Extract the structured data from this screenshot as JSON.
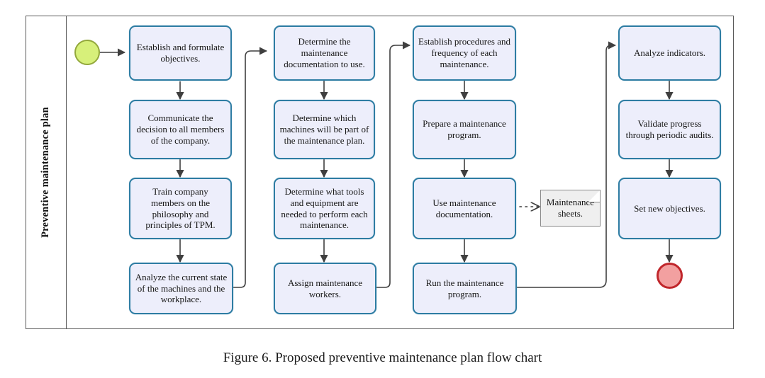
{
  "figure": {
    "caption": "Figure 6. Proposed preventive maintenance plan flow chart",
    "lane_label": "Preventive maintenance plan"
  },
  "colors": {
    "task_fill": "#edeefb",
    "task_border": "#2e7da3",
    "start_fill": "#d7f07a",
    "start_border": "#93a83c",
    "end_fill": "#f2a0a0",
    "end_border": "#c0262b",
    "doc_fill": "#efefef",
    "doc_border": "#8a8a8a",
    "frame_border": "#595959",
    "connector": "#3f3f3f"
  },
  "chart_data": {
    "type": "diagram",
    "title": "Proposed preventive maintenance plan flow chart",
    "diagram_kind": "bpmn-flowchart",
    "lanes": [
      "Preventive maintenance plan"
    ],
    "nodes": [
      {
        "id": "start",
        "type": "start-event",
        "label": ""
      },
      {
        "id": "t1",
        "type": "task",
        "label": "Establish and formulate objectives.",
        "column": 1,
        "row": 1
      },
      {
        "id": "t2",
        "type": "task",
        "label": "Communicate the decision to all members of the company.",
        "column": 1,
        "row": 2
      },
      {
        "id": "t3",
        "type": "task",
        "label": "Train company members on the philosophy and principles of TPM.",
        "column": 1,
        "row": 3
      },
      {
        "id": "t4",
        "type": "task",
        "label": "Analyze the current state of the machines and the workplace.",
        "column": 1,
        "row": 4
      },
      {
        "id": "t5",
        "type": "task",
        "label": "Determine the maintenance documentation to use.",
        "column": 2,
        "row": 1
      },
      {
        "id": "t6",
        "type": "task",
        "label": "Determine which machines will be part of the maintenance plan.",
        "column": 2,
        "row": 2
      },
      {
        "id": "t7",
        "type": "task",
        "label": "Determine what tools and equipment are needed to perform each maintenance.",
        "column": 2,
        "row": 3
      },
      {
        "id": "t8",
        "type": "task",
        "label": "Assign maintenance workers.",
        "column": 2,
        "row": 4
      },
      {
        "id": "t9",
        "type": "task",
        "label": "Establish procedures and frequency of each maintenance.",
        "column": 3,
        "row": 1
      },
      {
        "id": "t10",
        "type": "task",
        "label": "Prepare a maintenance program.",
        "column": 3,
        "row": 2
      },
      {
        "id": "t11",
        "type": "task",
        "label": "Use maintenance documentation.",
        "column": 3,
        "row": 3
      },
      {
        "id": "t12",
        "type": "task",
        "label": "Run the maintenance program.",
        "column": 3,
        "row": 4
      },
      {
        "id": "doc1",
        "type": "data-object",
        "label": "Maintenance sheets."
      },
      {
        "id": "t13",
        "type": "task",
        "label": "Analyze indicators.",
        "column": 4,
        "row": 1
      },
      {
        "id": "t14",
        "type": "task",
        "label": "Validate progress through periodic audits.",
        "column": 4,
        "row": 2
      },
      {
        "id": "t15",
        "type": "task",
        "label": "Set new objectives.",
        "column": 4,
        "row": 3
      },
      {
        "id": "end",
        "type": "end-event",
        "label": ""
      }
    ],
    "edges": [
      {
        "from": "start",
        "to": "t1",
        "style": "solid"
      },
      {
        "from": "t1",
        "to": "t2",
        "style": "solid"
      },
      {
        "from": "t2",
        "to": "t3",
        "style": "solid"
      },
      {
        "from": "t3",
        "to": "t4",
        "style": "solid"
      },
      {
        "from": "t4",
        "to": "t5",
        "style": "solid"
      },
      {
        "from": "t5",
        "to": "t6",
        "style": "solid"
      },
      {
        "from": "t6",
        "to": "t7",
        "style": "solid"
      },
      {
        "from": "t7",
        "to": "t8",
        "style": "solid"
      },
      {
        "from": "t8",
        "to": "t9",
        "style": "solid"
      },
      {
        "from": "t9",
        "to": "t10",
        "style": "solid"
      },
      {
        "from": "t10",
        "to": "t11",
        "style": "solid"
      },
      {
        "from": "t11",
        "to": "doc1",
        "style": "dotted"
      },
      {
        "from": "t11",
        "to": "t12",
        "style": "solid"
      },
      {
        "from": "t12",
        "to": "t13",
        "style": "solid"
      },
      {
        "from": "t13",
        "to": "t14",
        "style": "solid"
      },
      {
        "from": "t14",
        "to": "t15",
        "style": "solid"
      },
      {
        "from": "t15",
        "to": "end",
        "style": "solid"
      }
    ]
  },
  "nodes": {
    "t1": "Establish and formulate objectives.",
    "t2": "Communicate the decision to all members of the company.",
    "t3": "Train company members on the philosophy and principles of TPM.",
    "t4": "Analyze the current state of the machines and the workplace.",
    "t5": "Determine the maintenance documentation to use.",
    "t6": "Determine which machines will be part of the maintenance plan.",
    "t7": "Determine what tools and equipment are needed to perform each maintenance.",
    "t8": "Assign maintenance workers.",
    "t9": "Establish procedures and frequency of each maintenance.",
    "t10": "Prepare a maintenance program.",
    "t11": "Use maintenance documentation.",
    "t12": "Run the maintenance program.",
    "doc1": "Maintenance sheets.",
    "t13": "Analyze indicators.",
    "t14": "Validate progress through periodic audits.",
    "t15": "Set new objectives."
  }
}
